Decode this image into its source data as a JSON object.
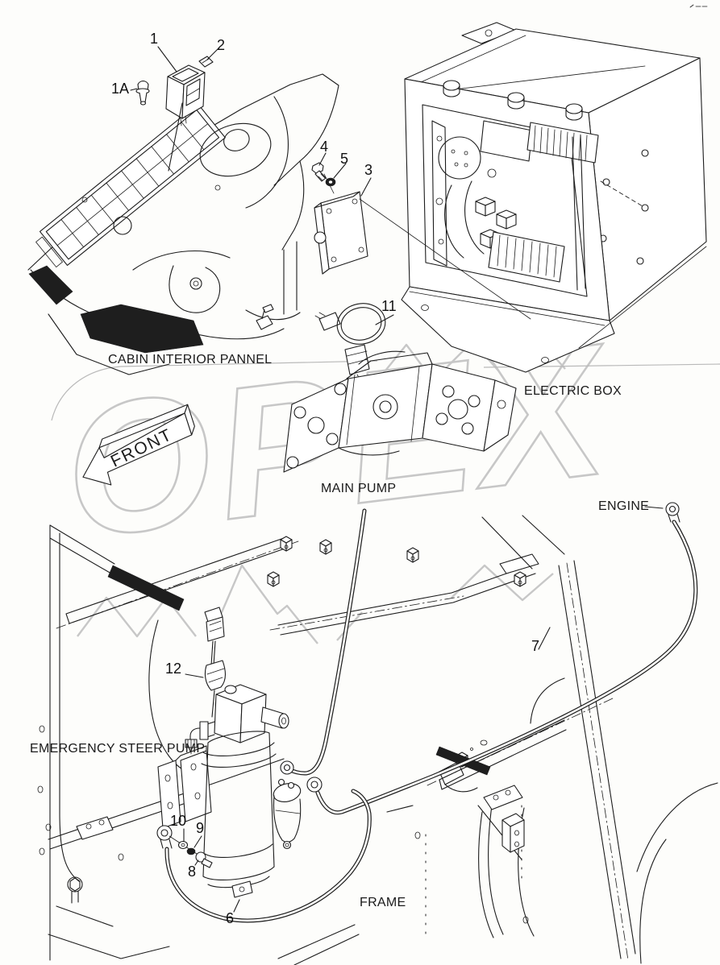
{
  "watermark": {
    "text": "OPEX",
    "color": "#c7c7c7"
  },
  "labels": {
    "cabin_panel": "CABIN INTERIOR PANNEL",
    "electric_box": "ELECTRIC BOX",
    "main_pump": "MAIN PUMP",
    "engine": "ENGINE",
    "steer_pump": "EMERGENCY STEER PUMP",
    "frame": "FRAME",
    "front": "FRONT"
  },
  "callouts": [
    {
      "label": "1"
    },
    {
      "label": "1A"
    },
    {
      "label": "2"
    },
    {
      "label": "3"
    },
    {
      "label": "4"
    },
    {
      "label": "5"
    },
    {
      "label": "6"
    },
    {
      "label": "7"
    },
    {
      "label": "8"
    },
    {
      "label": "9"
    },
    {
      "label": "10"
    },
    {
      "label": "11"
    },
    {
      "label": "12"
    }
  ],
  "colors": {
    "line": "#1c1c1c",
    "background": "#ffffff",
    "watermark": "#c7c7c7",
    "dark_fill": "#1e1e1e"
  }
}
